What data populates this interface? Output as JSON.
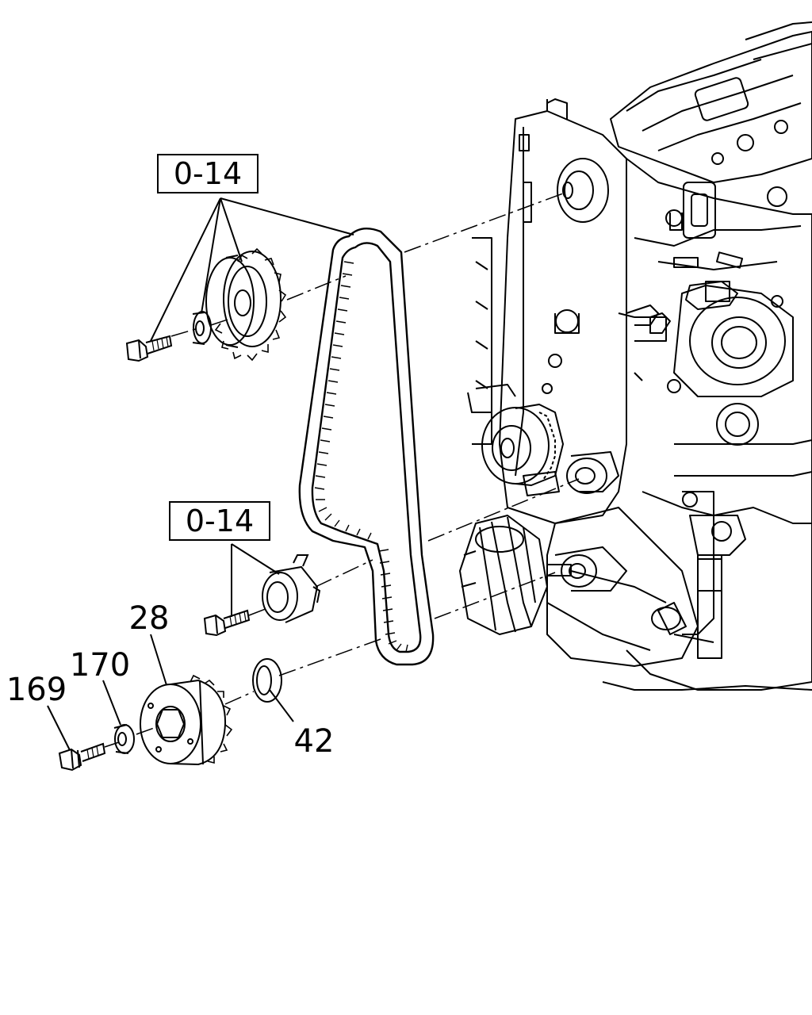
{
  "colors": {
    "line": "#000000",
    "background": "#ffffff"
  },
  "references": [
    {
      "id": "ref-upper",
      "text": "0-14"
    },
    {
      "id": "ref-lower",
      "text": "0-14"
    }
  ],
  "parts": [
    {
      "id": "part-28",
      "text": "28"
    },
    {
      "id": "part-170",
      "text": "170"
    },
    {
      "id": "part-169",
      "text": "169"
    },
    {
      "id": "part-42",
      "text": "42"
    }
  ]
}
